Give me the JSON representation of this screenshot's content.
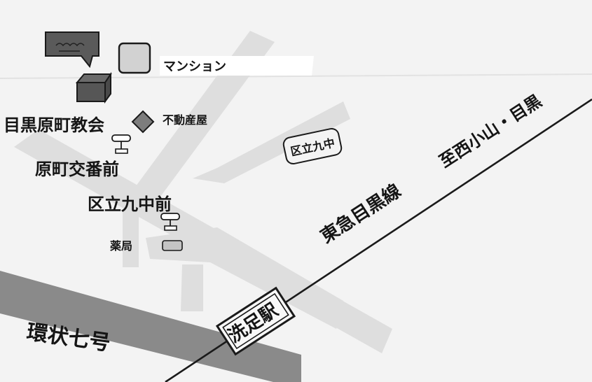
{
  "labels": {
    "mansion": "マンション",
    "church": "目黒原町教会",
    "realtor": "不動産屋",
    "police_box": "原町交番前",
    "school_tag": "区立九中",
    "bus_stop": "区立九中前",
    "pharmacy": "薬局",
    "rail_line": "東急目黒線",
    "direction": "至西小山・目黒",
    "station": "洗足駅",
    "ring_road": "環状七号"
  },
  "colors": {
    "paper": "#f3f3f3",
    "street": "#dedede",
    "highway": "#8a8a8a",
    "rail": "#1a1a1a",
    "building_dark": "#5a5a5a",
    "building_light": "#d2d2d2",
    "realtor_fill": "#7d7d7d"
  },
  "icons": [
    "speech-bubble-icon",
    "cube-building-icon",
    "bus-stop-icon",
    "station-sign-icon"
  ]
}
